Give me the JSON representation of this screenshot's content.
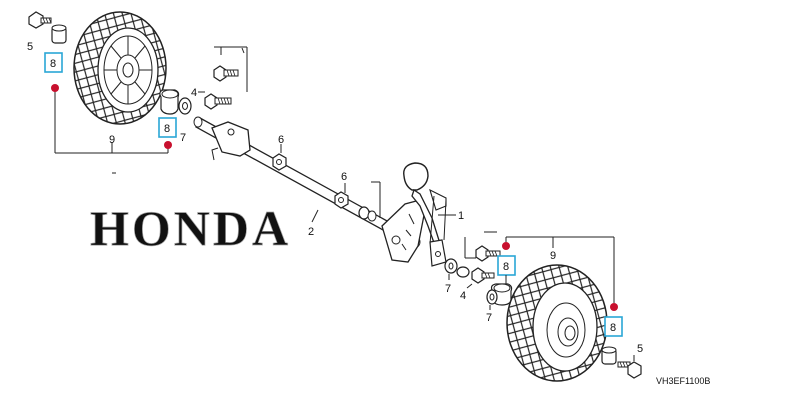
{
  "watermark": "HONDA",
  "diagram_code": "VH3EF1100B",
  "colors": {
    "callout_box": "#2aa6d6",
    "dot": "#c8102e",
    "line": "#222222",
    "part_fill": "#ffffff"
  },
  "labels": {
    "bolt_top_left": "5",
    "box_top_left": "8",
    "box_mid_left": "8",
    "washer_mid_left": "7",
    "wheel_left": "9",
    "bolt_mid_left": "4",
    "nut_frame": "6",
    "nut_axle": "6",
    "lever": "1",
    "axle": "2",
    "box_right_upper": "8",
    "wheel_right": "9",
    "washer_lever": "7",
    "bolt_lever": "4",
    "washer_right": "7",
    "box_right_lower": "8",
    "bolt_bottom_right": "5"
  }
}
